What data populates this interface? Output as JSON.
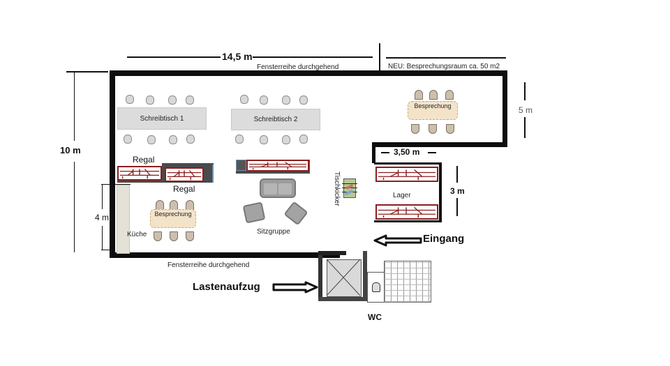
{
  "dimensions": {
    "width_total": "14,5 m",
    "height_total": "10 m",
    "kitchen_height": "4 m",
    "meeting_room_height": "5 m",
    "annex_width": "3,50 m",
    "storage_height": "3 m"
  },
  "annotations": {
    "windows_top": "Fensterreihe durchgehend",
    "windows_bottom": "Fensterreihe durchgehend",
    "new_meeting_room": "NEU: Besprechungsraum ca. 50 m2"
  },
  "furniture": {
    "desk_1": "Schreibtisch 1",
    "desk_2": "Schreibtisch 2",
    "shelf_label_1": "Regal",
    "shelf_label_2": "Regal",
    "meeting_table_main": "Besprechung",
    "meeting_table_new": "Besprechung",
    "kitchen": "Küche",
    "lounge": "Sitzgruppe",
    "foosball": "Tischkicker",
    "storage": "Lager"
  },
  "access": {
    "entrance": "Eingang",
    "freight_elevator": "Lastenaufzug",
    "toilet": "WC"
  },
  "colors": {
    "wall": "#0d0d0d",
    "shelf": "#8b1e1e",
    "desk": "#dcdcdc",
    "meeting_table": "#f3e3c9",
    "meeting_chair": "#cbbfae",
    "kitchen": "#e4e2d6"
  }
}
